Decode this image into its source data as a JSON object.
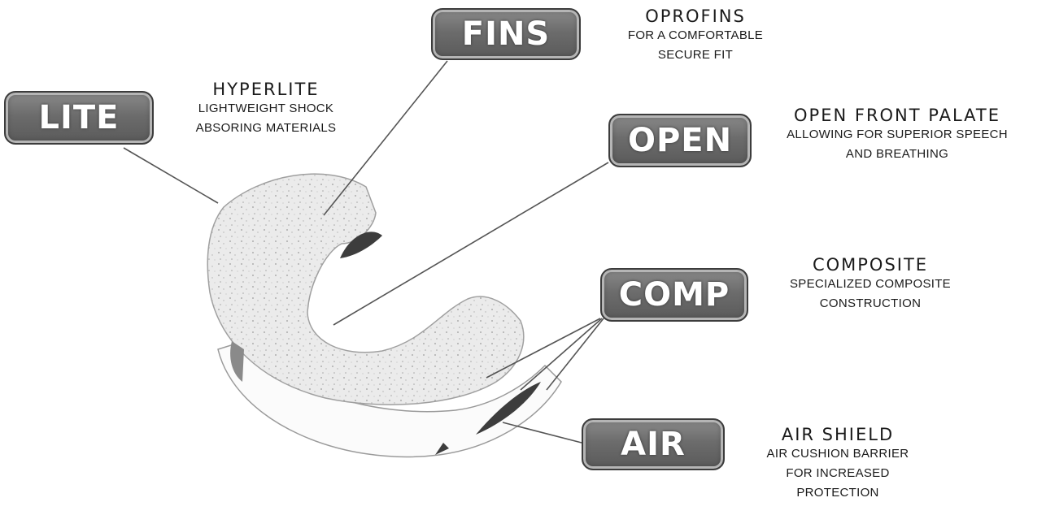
{
  "badges": {
    "lite": "LITE",
    "fins": "FINS",
    "open": "OPEN",
    "comp": "COMP",
    "air": "AIR"
  },
  "callouts": {
    "hyperlite": {
      "title": "HYPERLITE",
      "lines": [
        "LIGHTWEIGHT SHOCK",
        "ABSORING MATERIALS"
      ]
    },
    "oprofins": {
      "title": "OPROFINS",
      "lines": [
        "FOR A COMFORTABLE",
        "SECURE FIT"
      ]
    },
    "open_front_palate": {
      "title": "OPEN FRONT PALATE",
      "lines": [
        "ALLOWING FOR SUPERIOR SPEECH",
        "AND BREATHING"
      ]
    },
    "composite": {
      "title": "COMPOSITE",
      "lines": [
        "SPECIALIZED COMPOSITE",
        "CONSTRUCTION"
      ]
    },
    "air_shield": {
      "title": "AIR SHIELD",
      "lines": [
        "AIR CUSHION BARRIER",
        "FOR INCREASED",
        "PROTECTION"
      ]
    }
  },
  "colors": {
    "badge_fill": "#6c6c6c",
    "mouthguard_fill": "#e9e9e9",
    "leader_line": "#555555",
    "text": "#1a1a1a"
  }
}
